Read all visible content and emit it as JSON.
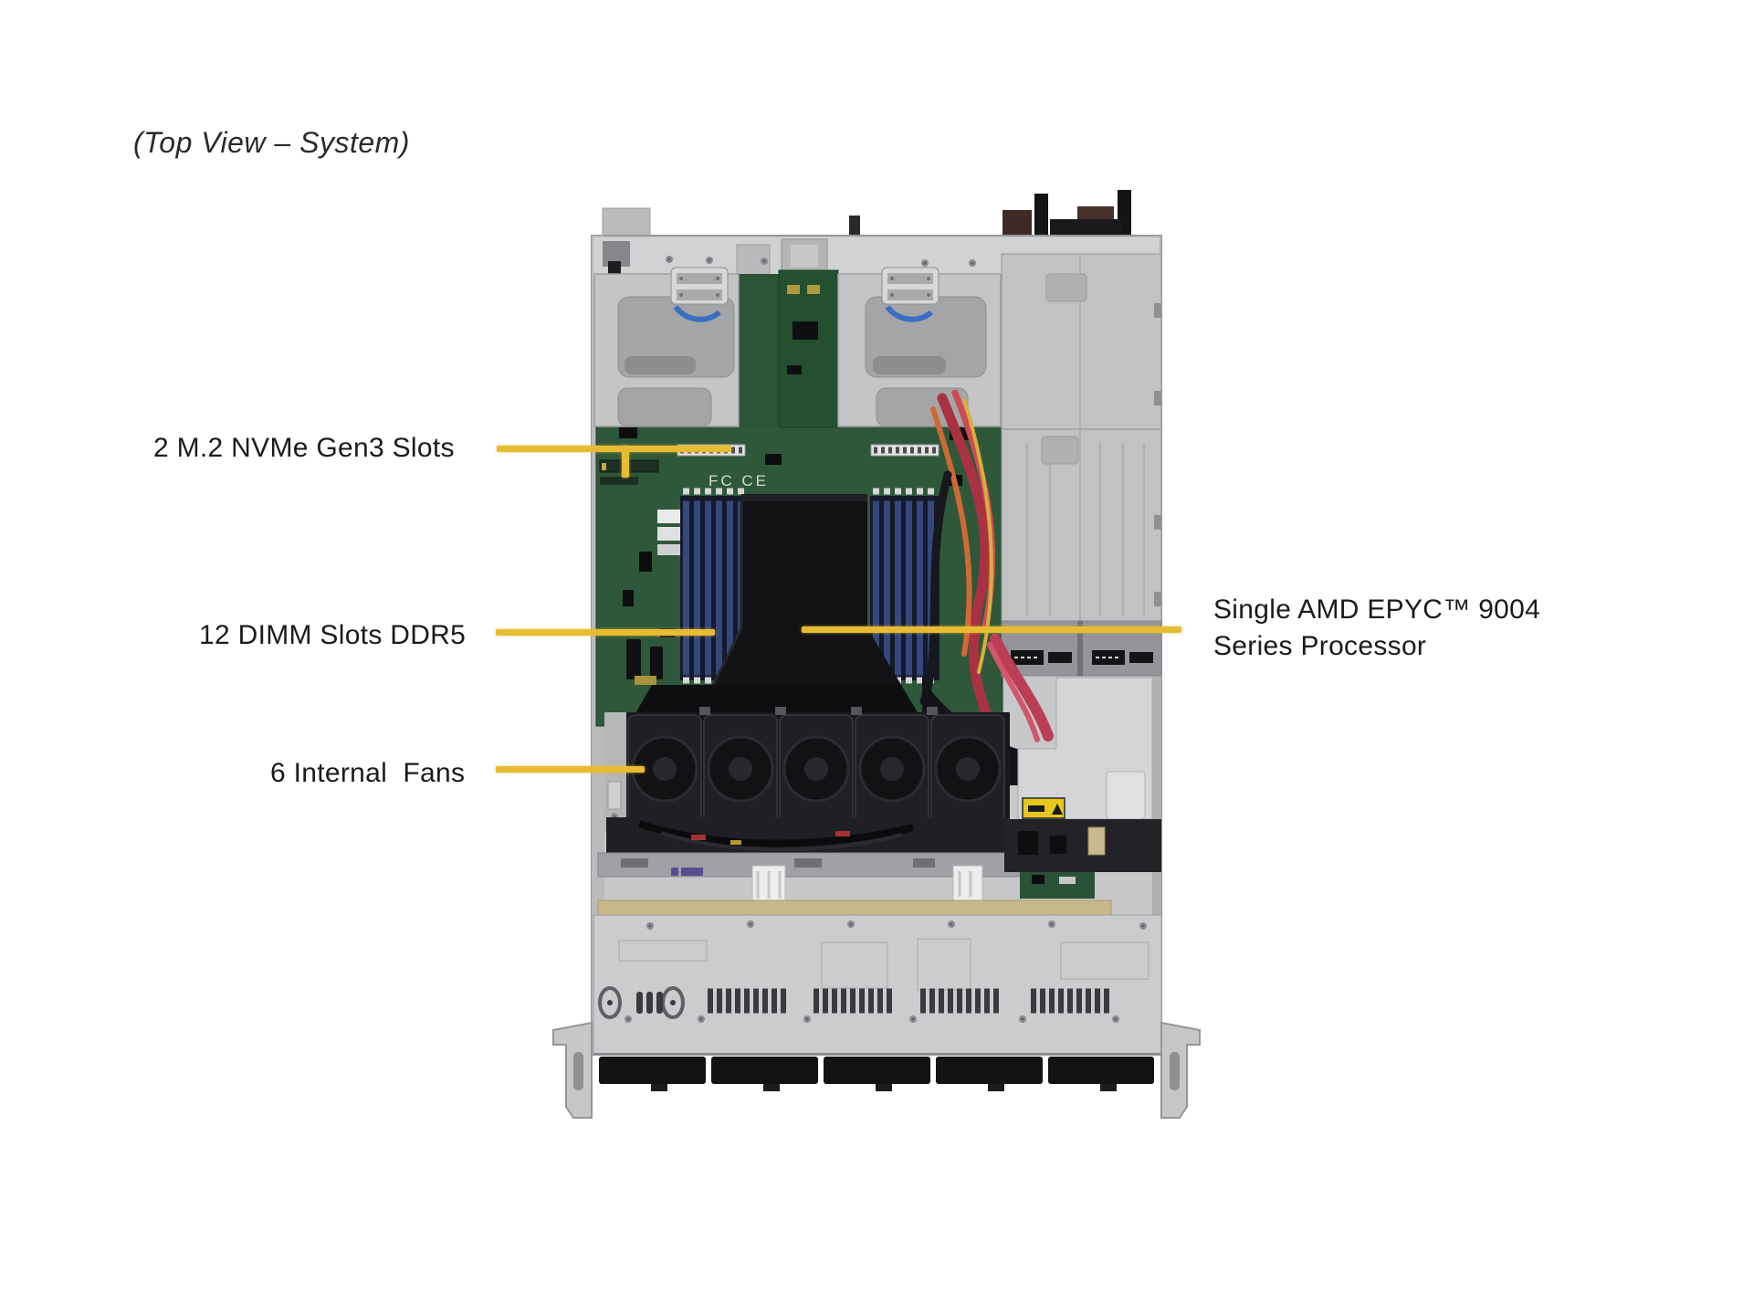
{
  "figure": {
    "caption": "(Top View – System)",
    "board_marking": "FC CE"
  },
  "callouts": {
    "m2": {
      "label": "2 M.2 NVMe Gen3 Slots"
    },
    "dimm": {
      "label": "12 DIMM Slots DDR5"
    },
    "fans": {
      "label": "6 Internal  Fans"
    },
    "cpu": {
      "label": "Single AMD EPYC™ 9004\nSeries Processor"
    }
  },
  "colors": {
    "background": "#FFFFFF",
    "callout_line": "#E7BC33",
    "label_text": "#1B1B1B",
    "chassis_gray": "#C6C8CA",
    "pcb_green": "#2E5839",
    "dimm_blue": "#34487E",
    "shroud_black": "#121215"
  }
}
